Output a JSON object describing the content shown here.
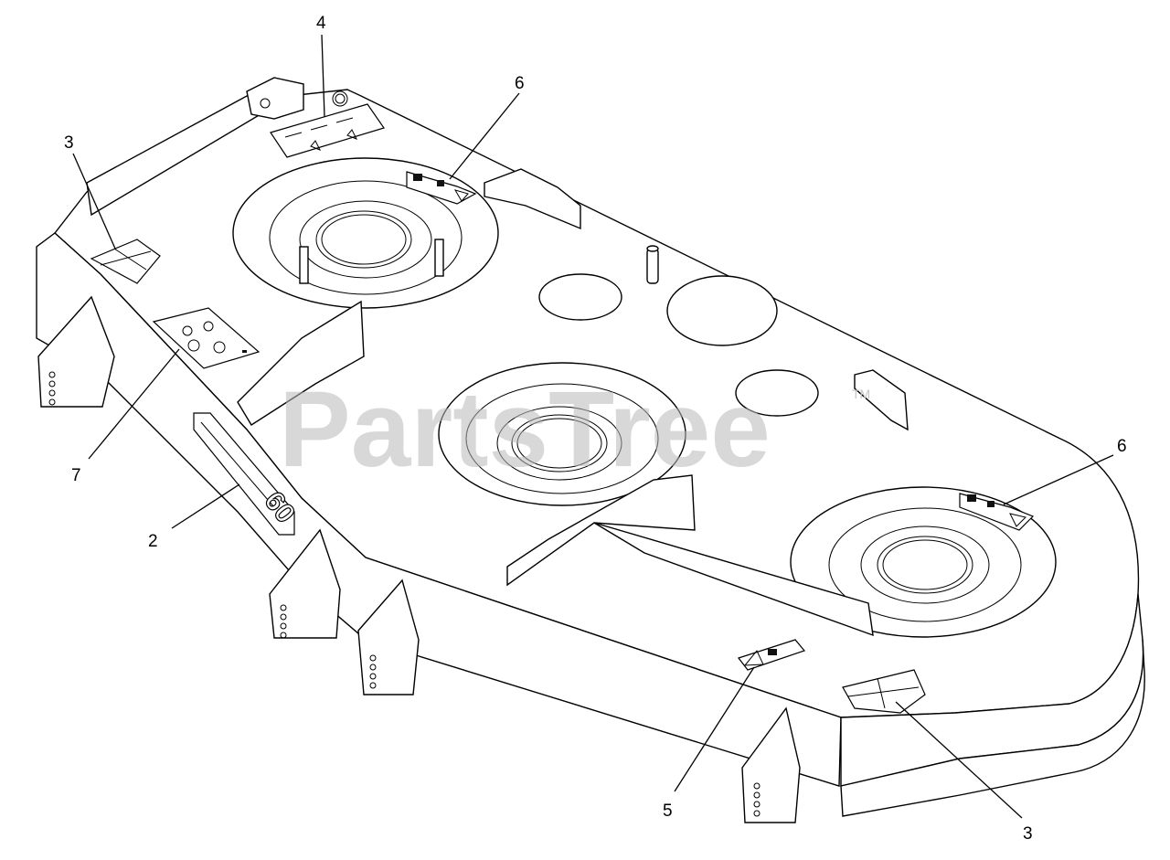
{
  "watermark": {
    "text": "PartsTree",
    "trademark": "TM"
  },
  "deck_badge": {
    "text": "60"
  },
  "callouts": [
    {
      "id": "c4",
      "label": "4"
    },
    {
      "id": "c6a",
      "label": "6"
    },
    {
      "id": "c3a",
      "label": "3"
    },
    {
      "id": "c7",
      "label": "7"
    },
    {
      "id": "c2",
      "label": "2"
    },
    {
      "id": "c6b",
      "label": "6"
    },
    {
      "id": "c5",
      "label": "5"
    },
    {
      "id": "c3b",
      "label": "3"
    }
  ],
  "colors": {
    "line": "#000000",
    "watermark": "#b9b9b9",
    "background": "#ffffff"
  }
}
